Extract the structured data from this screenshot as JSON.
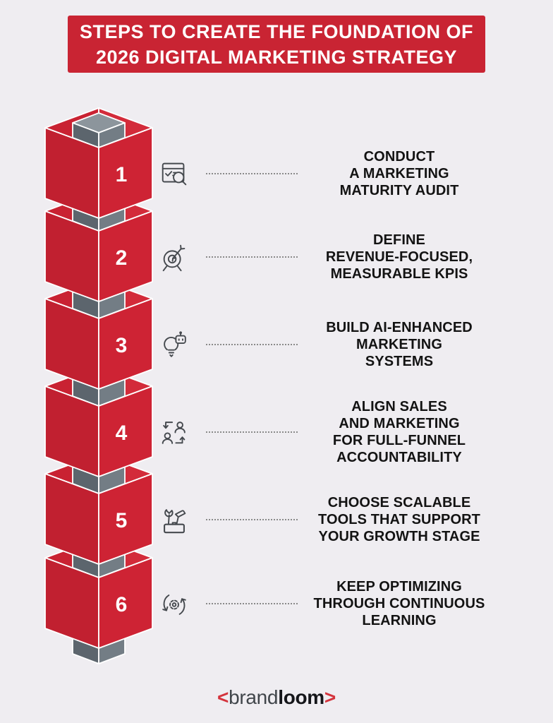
{
  "header": {
    "title": "STEPS TO CREATE THE FOUNDATION OF\n2026 DIGITAL MARKETING STRATEGY"
  },
  "steps": [
    {
      "number": "1",
      "icon": "marketing-audit-browser-icon",
      "title": "CONDUCT\nA MARKETING\nMATURITY AUDIT"
    },
    {
      "number": "2",
      "icon": "target-arrow-icon",
      "title": "DEFINE\nREVENUE-FOCUSED,\nMEASURABLE KPIS"
    },
    {
      "number": "3",
      "icon": "ai-lightbulb-icon",
      "title": "BUILD AI-ENHANCED\nMARKETING\nSYSTEMS"
    },
    {
      "number": "4",
      "icon": "people-exchange-icon",
      "title": "ALIGN SALES\nAND MARKETING\nFOR FULL-FUNNEL\nACCOUNTABILITY"
    },
    {
      "number": "5",
      "icon": "toolbox-icon",
      "title": "CHOOSE SCALABLE\nTOOLS THAT SUPPORT\nYOUR GROWTH STAGE"
    },
    {
      "number": "6",
      "icon": "gear-refresh-icon",
      "title": "KEEP OPTIMIZING\nTHROUGH CONTINUOUS\nLEARNING"
    }
  ],
  "footer": {
    "logo": {
      "left_bracket": "<",
      "brand": "brand",
      "loom": "loom",
      "right_bracket": ">"
    }
  },
  "colors": {
    "background": "#efedf1",
    "banner_red": "#c92433",
    "cube_red_left": "#c12030",
    "cube_red_right": "#ce2334",
    "cube_gray_left": "#5c656d",
    "cube_gray_right": "#737d85",
    "cube_gray_top": "#8c959c",
    "text_black": "#131313",
    "logo_red": "#d4333c"
  }
}
